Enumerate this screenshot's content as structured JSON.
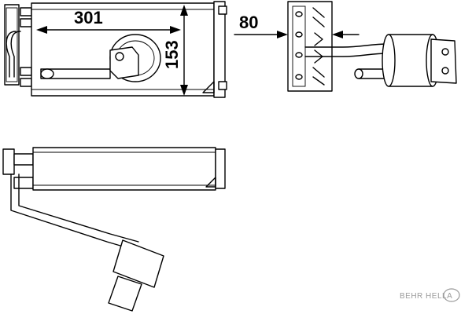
{
  "dimensions": {
    "width_label": "301",
    "height_label": "153",
    "depth_label": "80"
  },
  "brand": {
    "logo_text": "BEHR HELLA"
  }
}
